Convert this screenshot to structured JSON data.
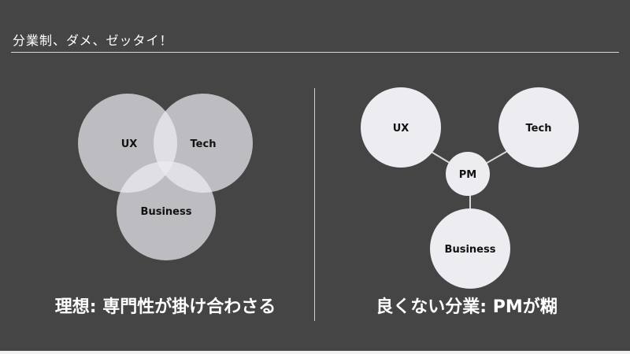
{
  "slide": {
    "title": "分業制、ダメ、ゼッタイ！"
  },
  "ideal": {
    "caption": "理想: 専門性が掛け合わさる",
    "nodes": {
      "ux": "UX",
      "tech": "Tech",
      "business": "Business"
    }
  },
  "bad": {
    "caption": "良くない分業: PMが糊",
    "nodes": {
      "ux": "UX",
      "tech": "Tech",
      "pm": "PM",
      "business": "Business"
    }
  },
  "colors": {
    "background": "#454545",
    "circle_fill": "#ececf1",
    "text_on_dark": "#ffffff",
    "text_on_circle": "#111111"
  }
}
